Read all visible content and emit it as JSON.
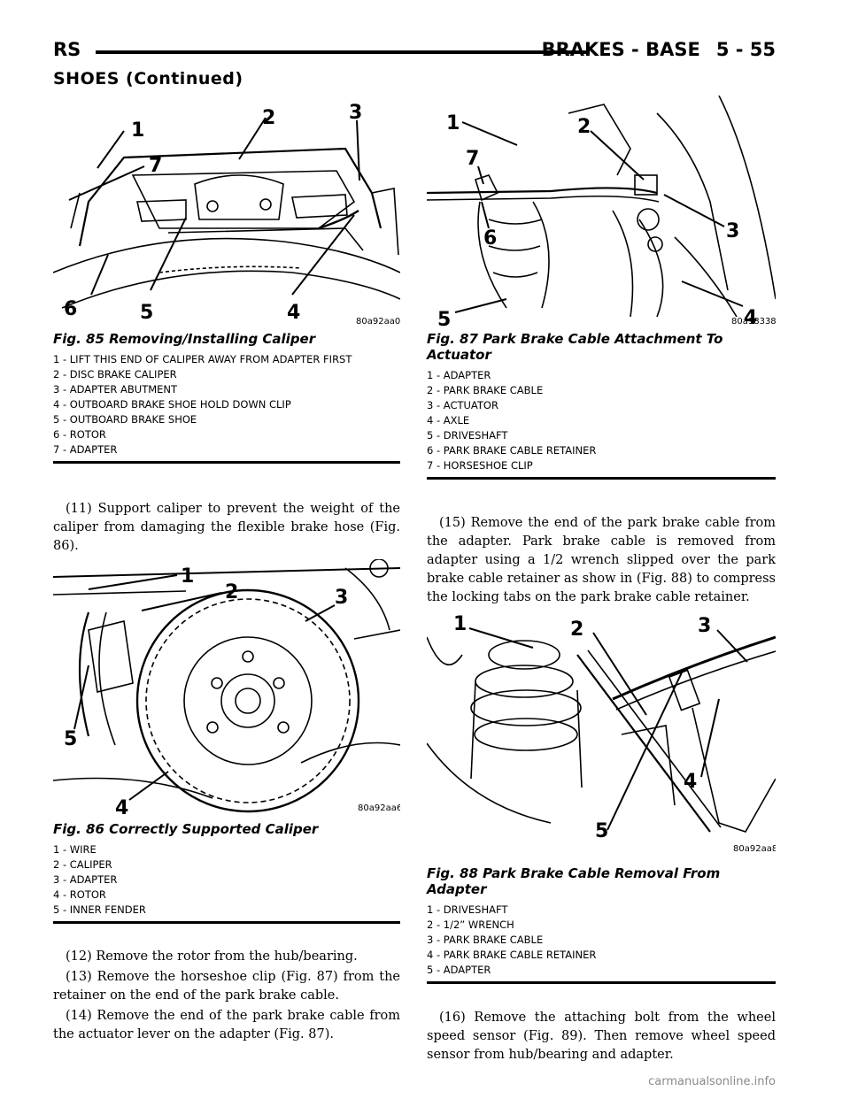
{
  "header": {
    "left": "RS",
    "right": "BRAKES - BASE",
    "page": "5 - 55"
  },
  "section_title": "SHOES (Continued)",
  "fig85": {
    "code": "80a92aa0",
    "caption": "Fig. 85 Removing/Installing Caliper",
    "callouts": [
      "1",
      "2",
      "3",
      "4",
      "5",
      "6",
      "7"
    ],
    "legend": [
      "1 - LIFT THIS END OF CALIPER AWAY FROM ADAPTER FIRST",
      "2 - DISC BRAKE CALIPER",
      "3 - ADAPTER ABUTMENT",
      "4 - OUTBOARD BRAKE SHOE HOLD DOWN CLIP",
      "5 - OUTBOARD BRAKE SHOE",
      "6 - ROTOR",
      "7 - ADAPTER"
    ]
  },
  "fig86": {
    "code": "80a92aa6",
    "caption": "Fig. 86 Correctly Supported Caliper",
    "callouts": [
      "1",
      "2",
      "3",
      "4",
      "5"
    ],
    "legend": [
      "1 - WIRE",
      "2 - CALIPER",
      "3 - ADAPTER",
      "4 - ROTOR",
      "5 - INNER FENDER"
    ]
  },
  "fig87": {
    "code": "80a98338",
    "caption": "Fig. 87 Park Brake Cable Attachment To Actuator",
    "callouts": [
      "1",
      "2",
      "3",
      "4",
      "5",
      "6",
      "7"
    ],
    "legend": [
      "1 - ADAPTER",
      "2 - PARK BRAKE CABLE",
      "3 - ACTUATOR",
      "4 - AXLE",
      "5 - DRIVESHAFT",
      "6 - PARK BRAKE CABLE RETAINER",
      "7 - HORSESHOE CLIP"
    ]
  },
  "fig88": {
    "code": "80a92aa8",
    "caption": "Fig. 88 Park Brake Cable Removal From Adapter",
    "callouts": [
      "1",
      "2",
      "3",
      "4",
      "5"
    ],
    "legend": [
      "1 - DRIVESHAFT",
      "2 - 1/2” WRENCH",
      "3 - PARK BRAKE CABLE",
      "4 - PARK BRAKE CABLE RETAINER",
      "5 - ADAPTER"
    ]
  },
  "paragraphs": {
    "p11": "(11) Support caliper to prevent the weight of the caliper from damaging the flexible brake hose (Fig. 86).",
    "p12": "(12) Remove the rotor from the hub/bearing.",
    "p13": "(13) Remove the horseshoe clip (Fig. 87) from the retainer on the end of the park brake cable.",
    "p14": "(14) Remove the end of the park brake cable from the actuator lever on the adapter (Fig. 87).",
    "p15": "(15) Remove the end of the park brake cable from the adapter. Park brake cable is removed from adapter using a 1/2 wrench slipped over the park brake cable retainer as show in (Fig. 88) to compress the locking tabs on the park brake cable retainer.",
    "p16": "(16) Remove the attaching bolt from the wheel speed sensor (Fig. 89). Then remove wheel speed sensor from hub/bearing and adapter."
  },
  "watermark": "carmanualsonline.info"
}
